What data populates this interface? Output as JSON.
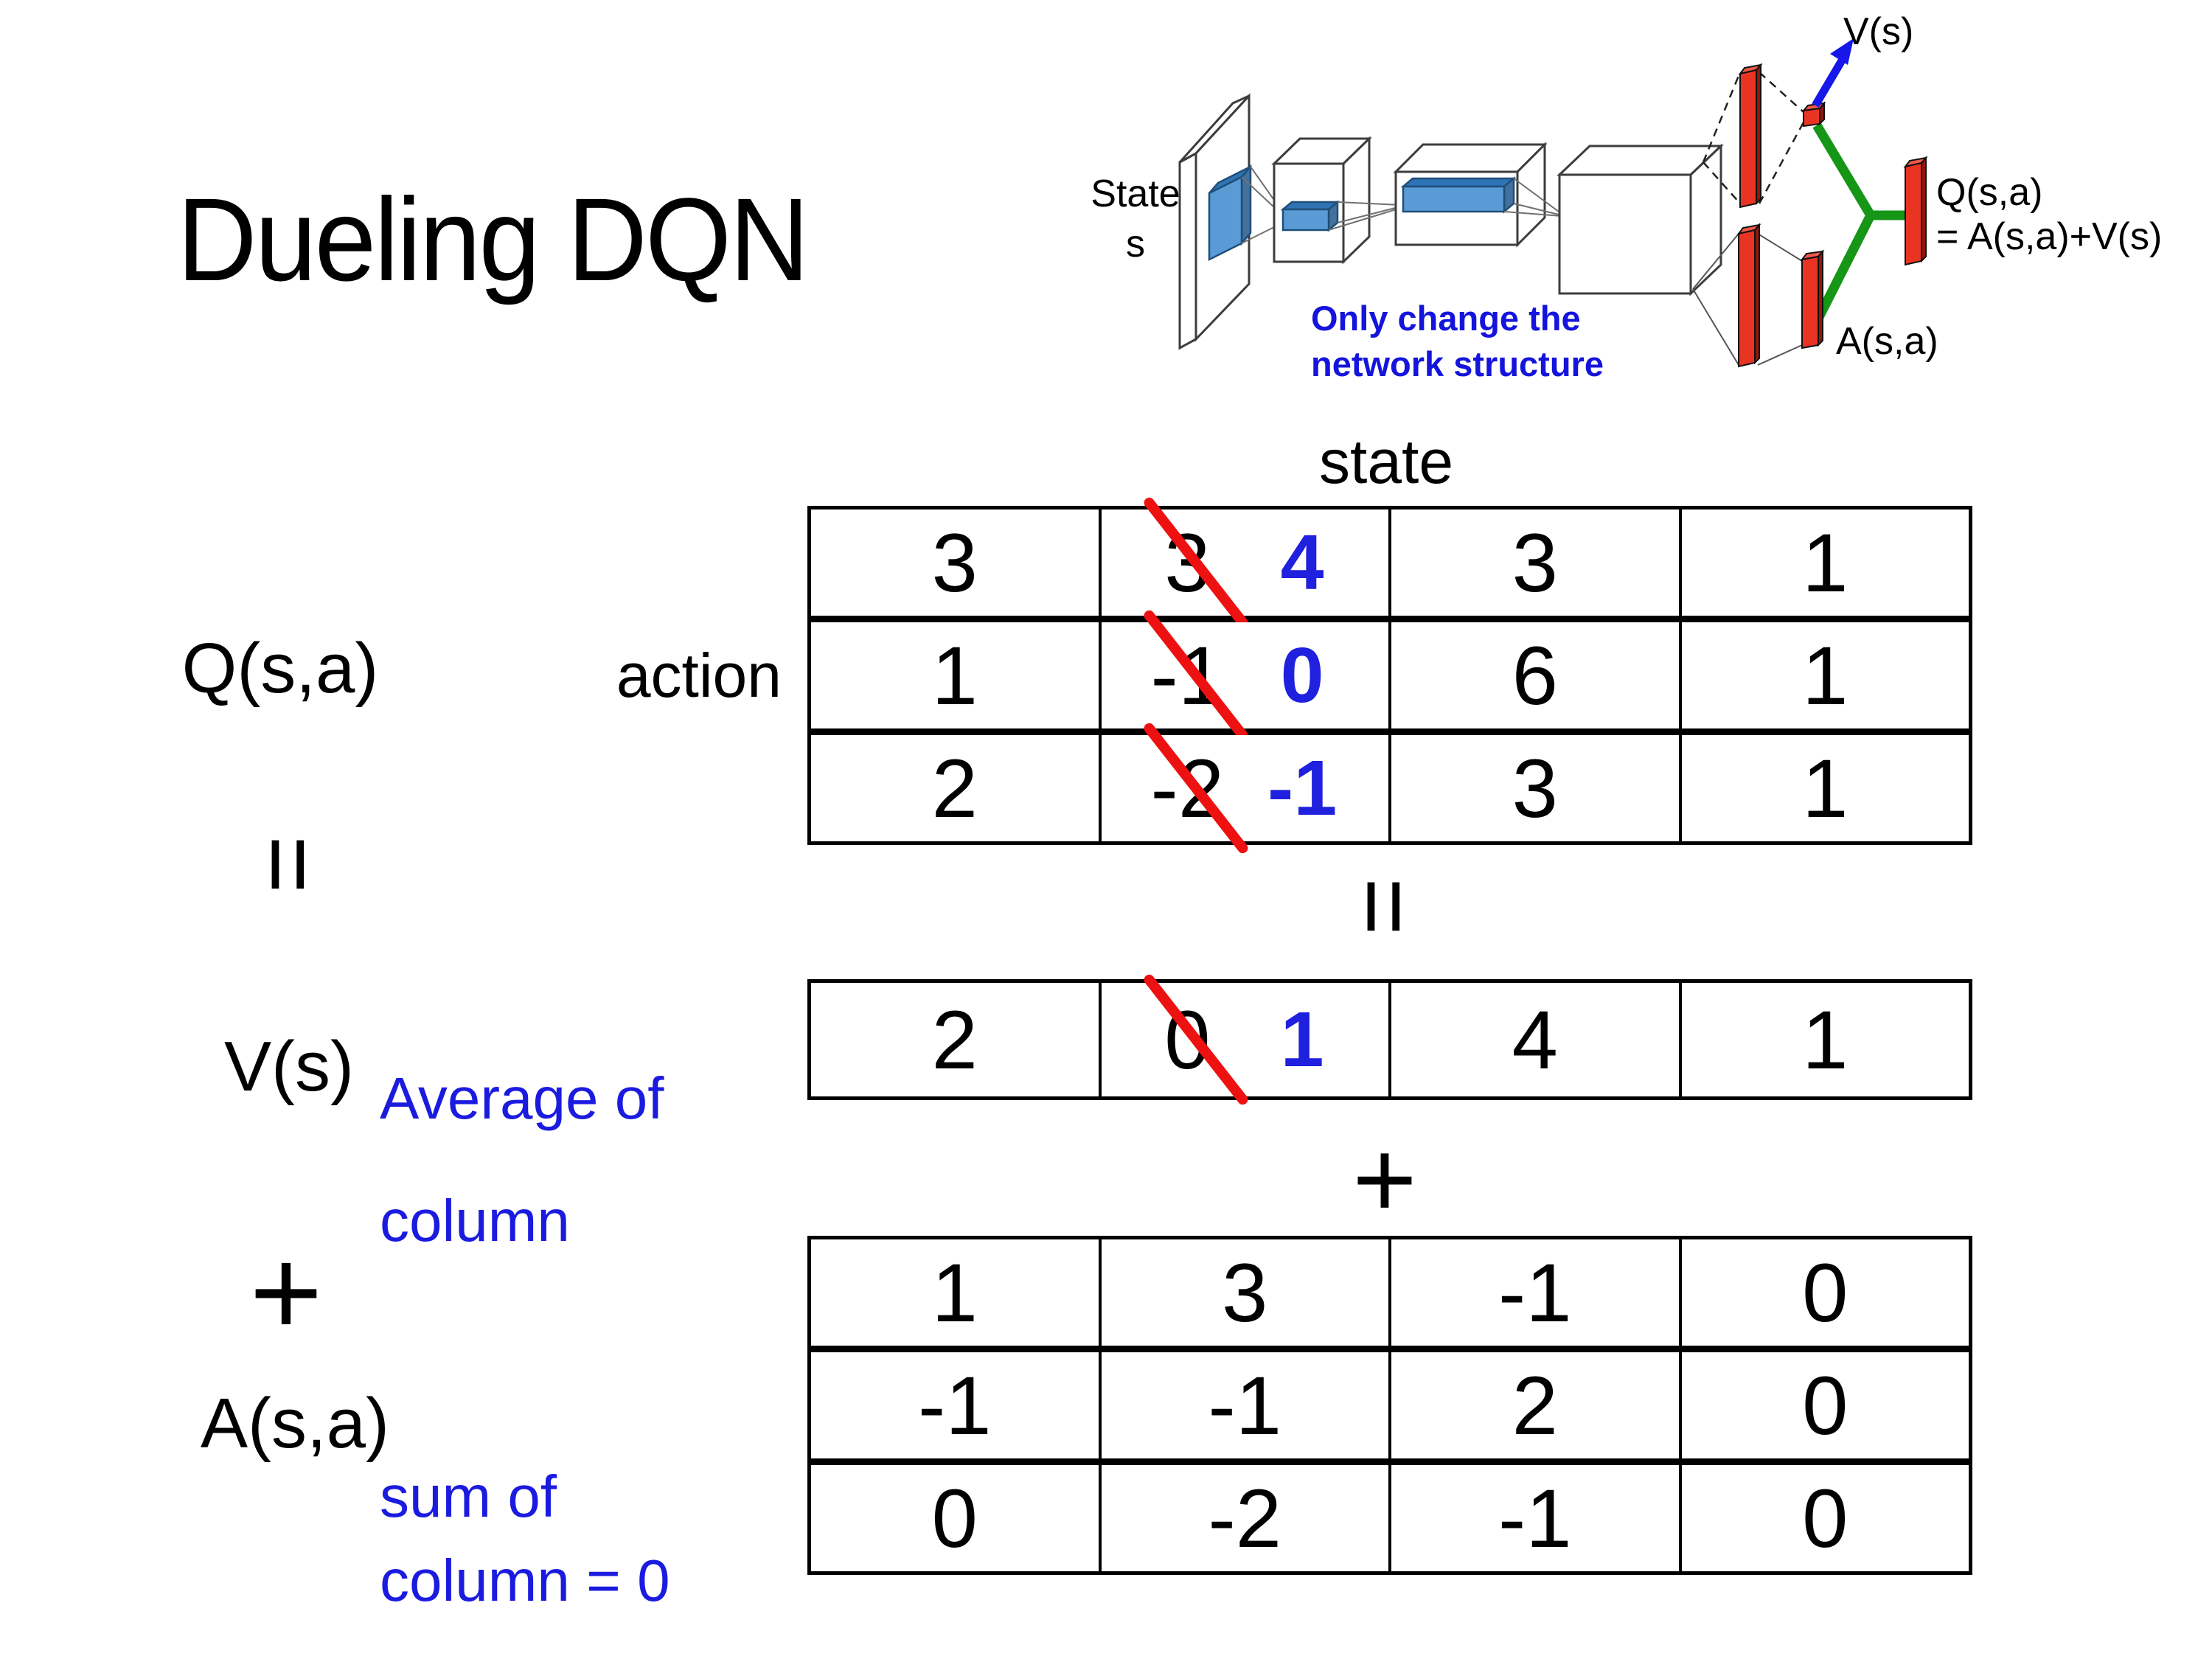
{
  "slide": {
    "title": "Dueling DQN",
    "background": "#ffffff"
  },
  "diagram": {
    "input_label_line1": "State",
    "input_label_line2": "s",
    "note_line1": "Only change the",
    "note_line2": "network structure",
    "v_output_label": "V(s)",
    "a_output_label": "A(s,a)",
    "q_output_label_line1": "Q(s,a)",
    "q_output_label_line2": "= A(s,a)+V(s)",
    "colors": {
      "filter_blue": "#5b9bd5",
      "filter_blue_top": "#2e74b5",
      "filter_blue_side": "#41719c",
      "bar_red": "#ea3423",
      "bar_red_top": "#f2594a",
      "bar_red_side": "#8f170d",
      "stream_green": "#169616",
      "arrow_blue": "#1617e8",
      "note_blue": "#1414dd"
    }
  },
  "matrices": {
    "state_header": "state",
    "action_label": "action",
    "q_label": "Q(s,a)",
    "v_label": "V(s)",
    "a_label": "A(s,a)",
    "equals_left": "=",
    "equals_mid": "=",
    "plus_left": "+",
    "plus_mid": "+",
    "avg_note_line1": "Average of",
    "avg_note_line2": "column",
    "sum_note_line1": "sum of",
    "sum_note_line2": "column = 0",
    "annotation_blue": "#2020df",
    "slash_red": "#ee1111",
    "q_table": {
      "rows": [
        [
          {
            "v": "3"
          },
          {
            "old": "3",
            "new": "4"
          },
          {
            "v": "3"
          },
          {
            "v": "1"
          }
        ],
        [
          {
            "v": "1"
          },
          {
            "old": "-1",
            "new": "0"
          },
          {
            "v": "6"
          },
          {
            "v": "1"
          }
        ],
        [
          {
            "v": "2"
          },
          {
            "old": "-2",
            "new": "-1"
          },
          {
            "v": "3"
          },
          {
            "v": "1"
          }
        ]
      ]
    },
    "v_table": {
      "rows": [
        [
          {
            "v": "2"
          },
          {
            "old": "0",
            "new": "1"
          },
          {
            "v": "4"
          },
          {
            "v": "1"
          }
        ]
      ]
    },
    "a_table": {
      "rows": [
        [
          {
            "v": "1"
          },
          {
            "v": "3"
          },
          {
            "v": "-1"
          },
          {
            "v": "0"
          }
        ],
        [
          {
            "v": "-1"
          },
          {
            "v": "-1"
          },
          {
            "v": "2"
          },
          {
            "v": "0"
          }
        ],
        [
          {
            "v": "0"
          },
          {
            "v": "-2"
          },
          {
            "v": "-1"
          },
          {
            "v": "0"
          }
        ]
      ]
    }
  }
}
